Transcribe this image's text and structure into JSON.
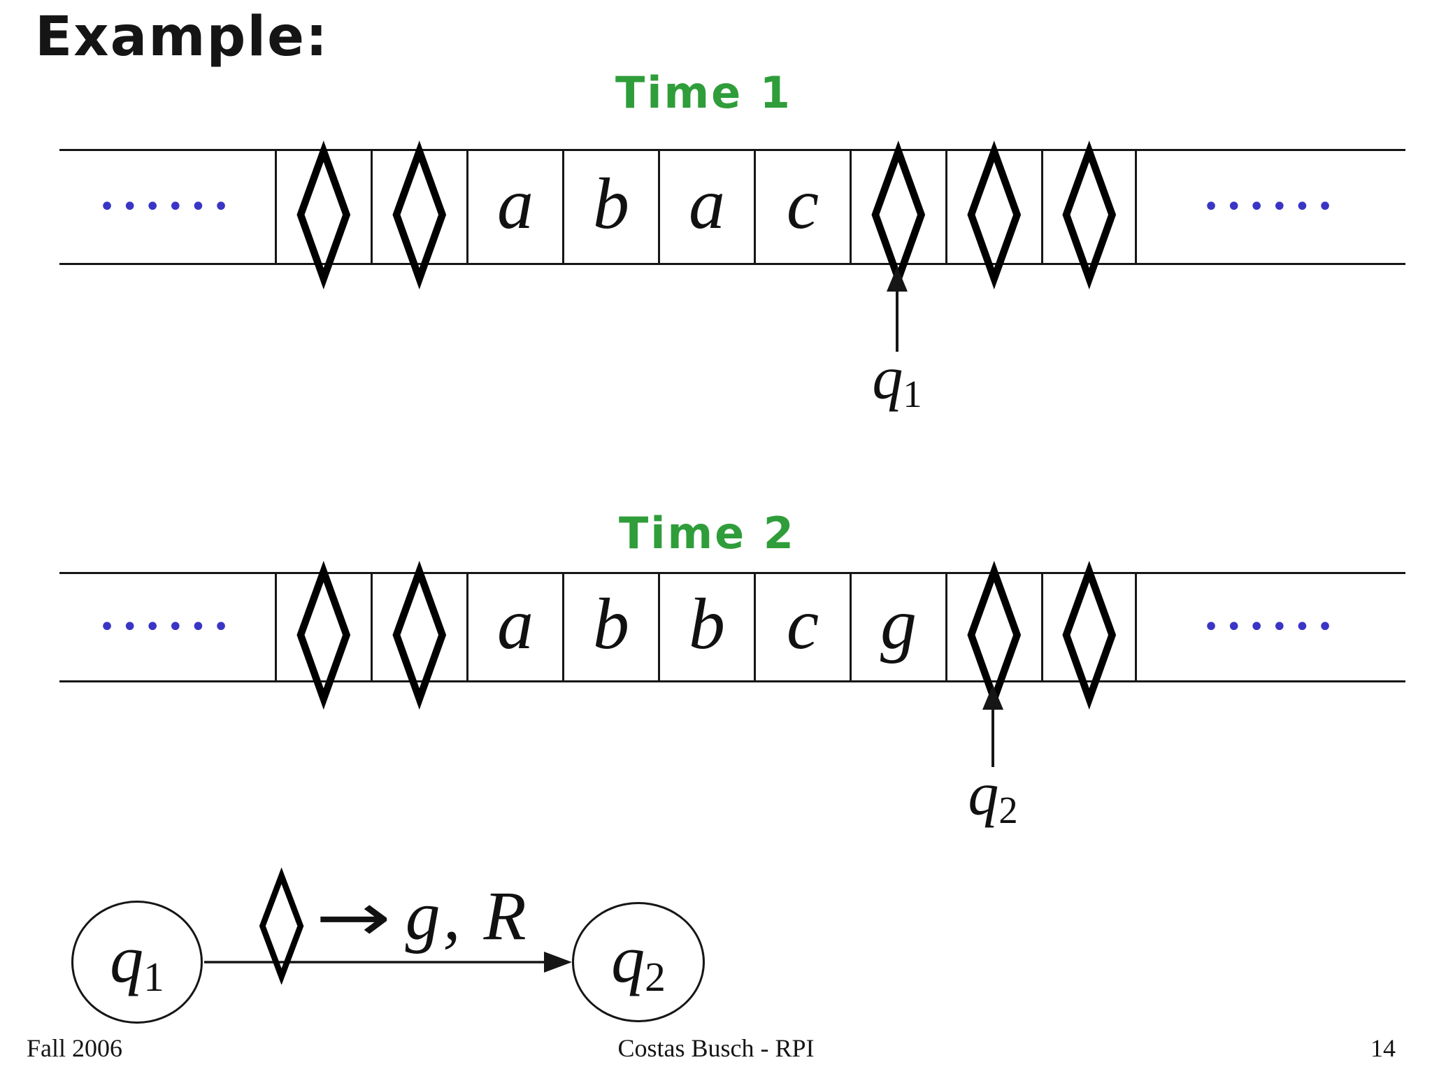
{
  "slide": {
    "title": "Example:"
  },
  "colors": {
    "label_green": "#2f9d3a",
    "ellipsis_blue": "#3a35c5",
    "ink": "#111111"
  },
  "tape1": {
    "label": "Time 1",
    "left_ellipsis": "••••••",
    "right_ellipsis": "••••••",
    "cells": [
      "◊",
      "◊",
      "a",
      "b",
      "a",
      "c",
      "◊",
      "◊",
      "◊"
    ],
    "head": {
      "base": "q",
      "sub": "1"
    }
  },
  "tape2": {
    "label": "Time 2",
    "left_ellipsis": "••••••",
    "right_ellipsis": "••••••",
    "cells": [
      "◊",
      "◊",
      "a",
      "b",
      "b",
      "c",
      "g",
      "◊",
      "◊"
    ],
    "head": {
      "base": "q",
      "sub": "2"
    }
  },
  "diagram": {
    "from": {
      "base": "q",
      "sub": "1"
    },
    "to": {
      "base": "q",
      "sub": "2"
    },
    "transition": {
      "read": "◊",
      "arrow": "→",
      "action": "g, R"
    }
  },
  "footer": {
    "left": "Fall 2006",
    "center": "Costas Busch - RPI",
    "page": "14"
  }
}
